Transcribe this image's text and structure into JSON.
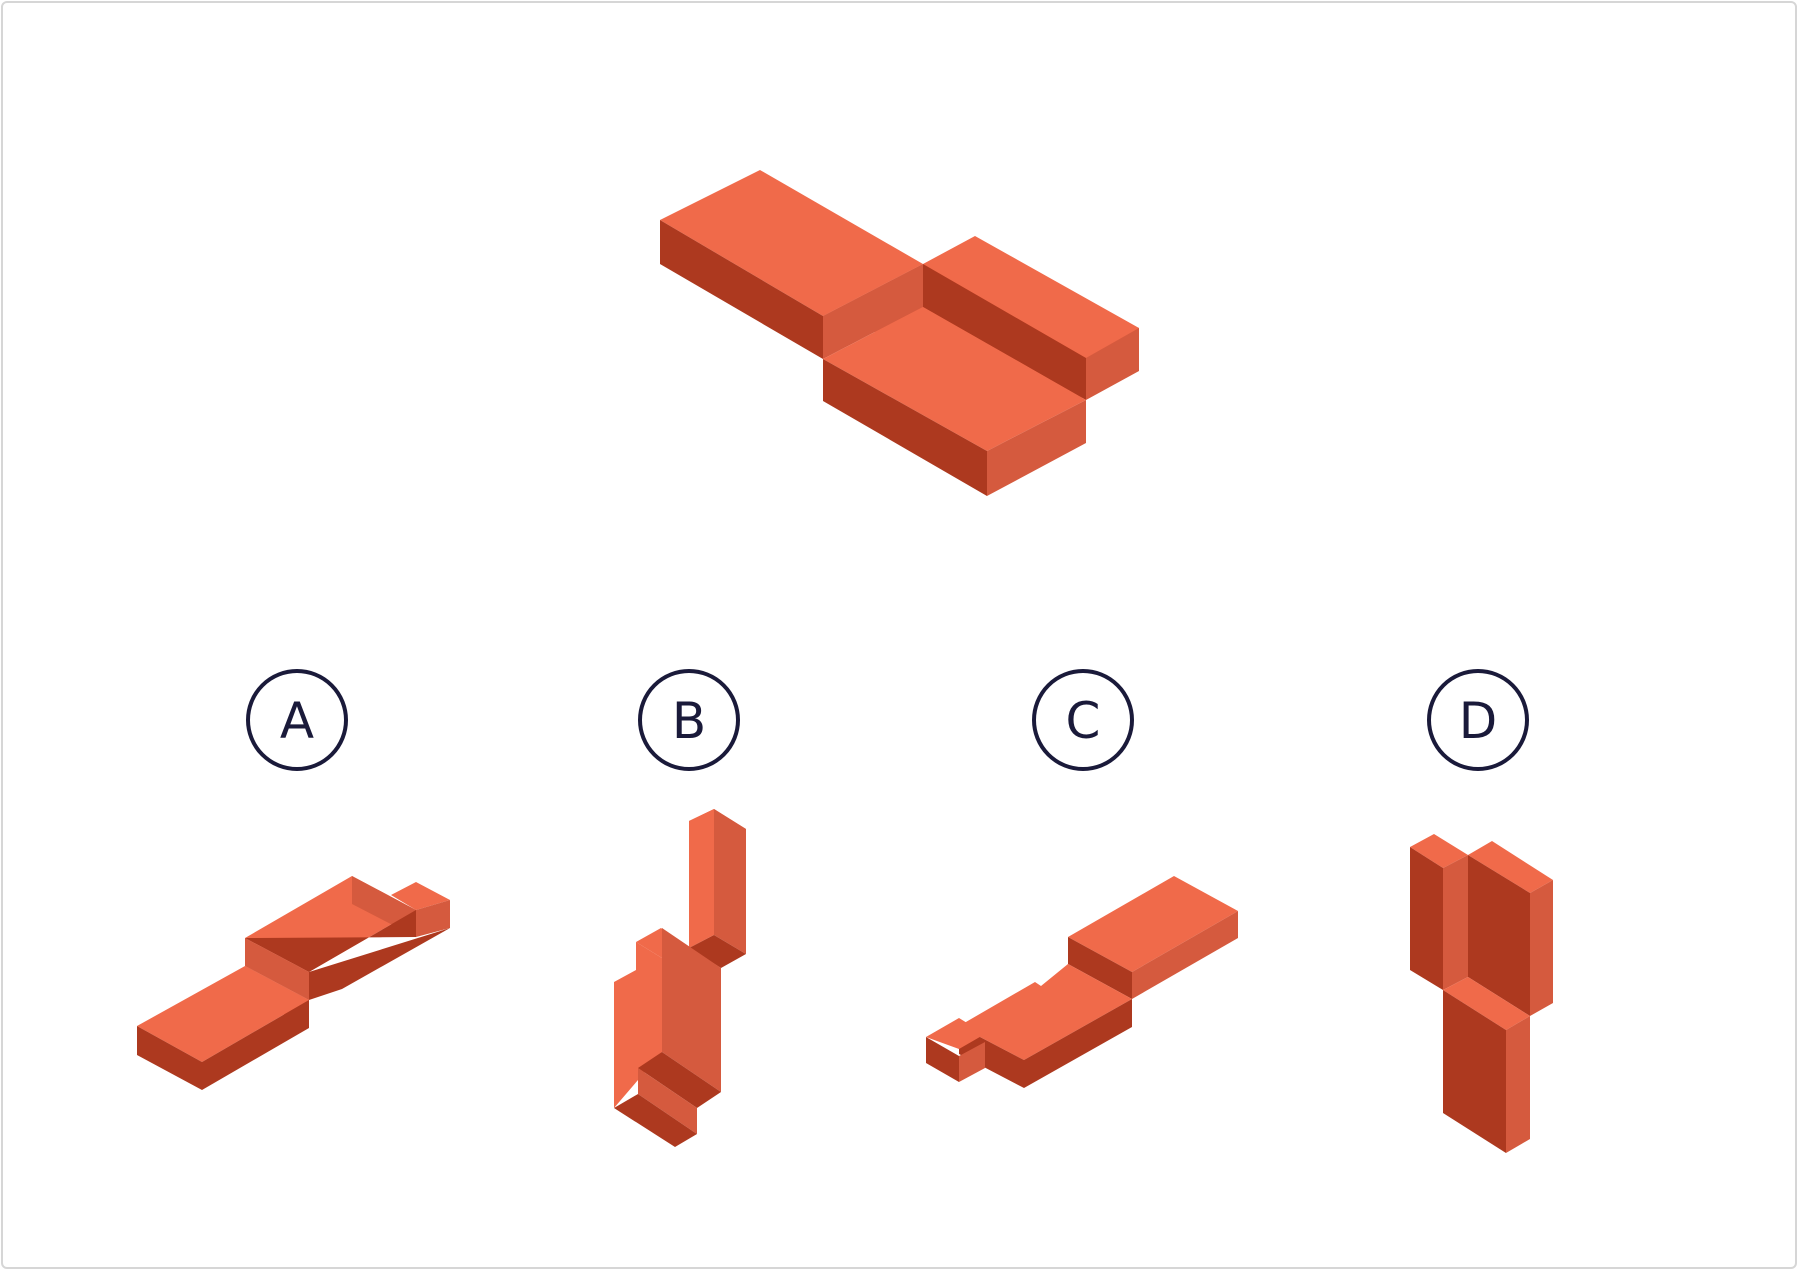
{
  "colors": {
    "top_face": "#f06a4a",
    "side_light": "#d55a3e",
    "side_dark": "#ad391f",
    "option_stroke": "#1a1a3a",
    "frame_border": "#d6d6d6"
  },
  "options": [
    {
      "id": "A",
      "label": "A"
    },
    {
      "id": "B",
      "label": "B"
    },
    {
      "id": "C",
      "label": "C"
    },
    {
      "id": "D",
      "label": "D"
    }
  ]
}
